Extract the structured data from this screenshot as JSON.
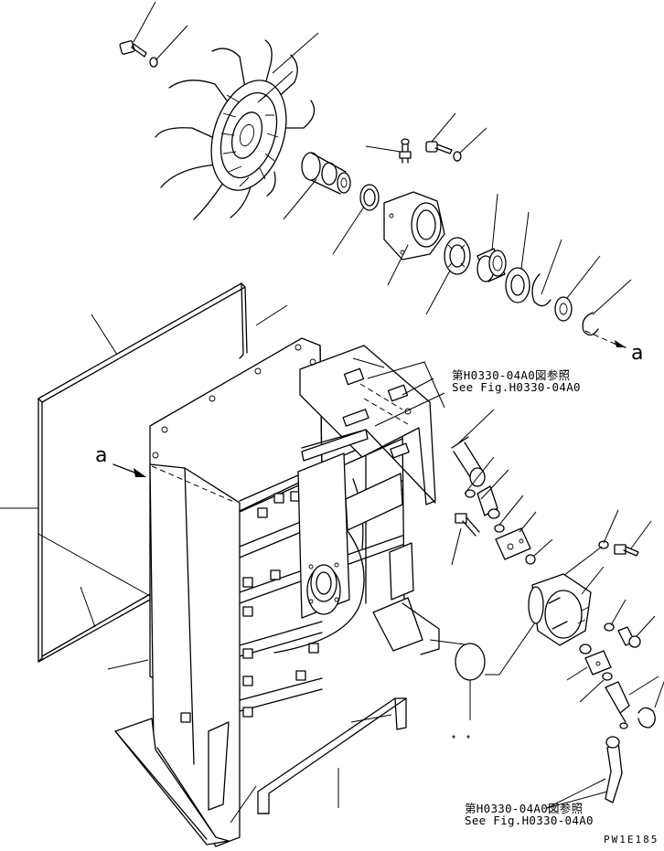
{
  "reference_top": {
    "jp": "第H0330-04A0図参照",
    "en": "See Fig.H0330-04A0"
  },
  "reference_bottom": {
    "jp": "第H0330-04A0図参照",
    "en": "See Fig.H0330-04A0"
  },
  "view_marker_left": "a",
  "view_marker_right": "a",
  "drawing_code": "PW1E185"
}
